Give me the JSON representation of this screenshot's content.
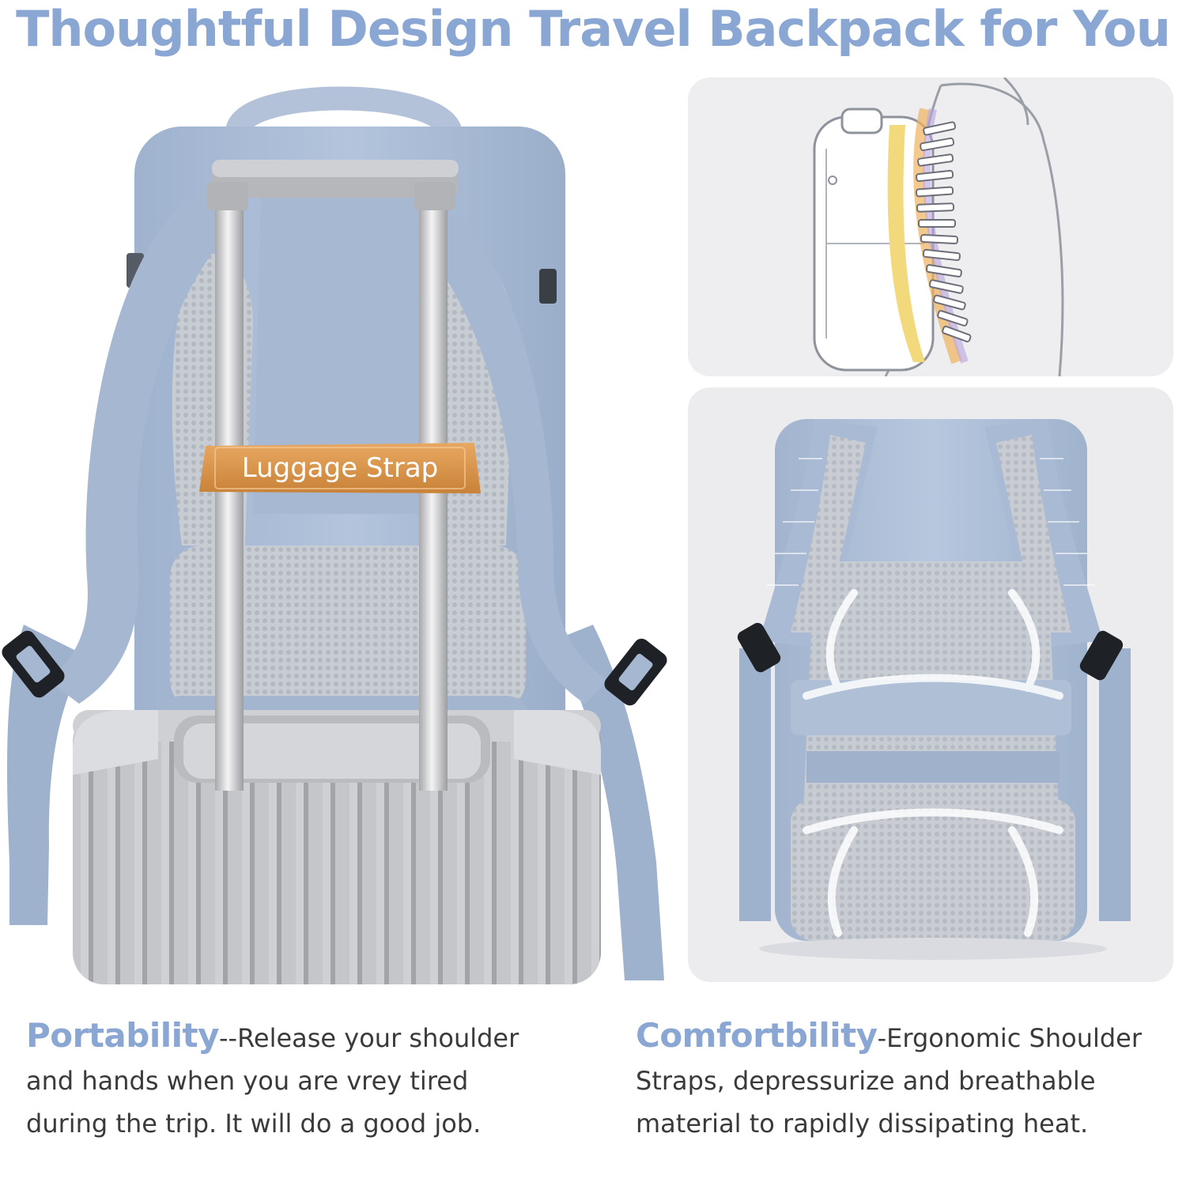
{
  "headline": "Thoughtful Design Travel Backpack for You",
  "hero": {
    "strap_label": "Luggage Strap"
  },
  "captions": {
    "left": {
      "keyword": "Portability",
      "line1_rest": "--Release your shoulder",
      "line2": "and hands when you are vrey tired",
      "line3": "during the trip. It will do a good job."
    },
    "right": {
      "keyword": "Comfortbility",
      "line1_rest": "-Ergonomic Shoulder",
      "line2": "Straps, depressurize and breathable",
      "line3": "material to rapidly dissipating heat."
    }
  },
  "colors": {
    "accent": "#8aa6d3",
    "backpack": "#a9bcd6",
    "mesh": "#c9cdd3",
    "suitcase": "#c4c6ca",
    "strap_label": "#e29a4f",
    "panel_bg": "#eeeef0",
    "text": "#3a3a3c"
  }
}
